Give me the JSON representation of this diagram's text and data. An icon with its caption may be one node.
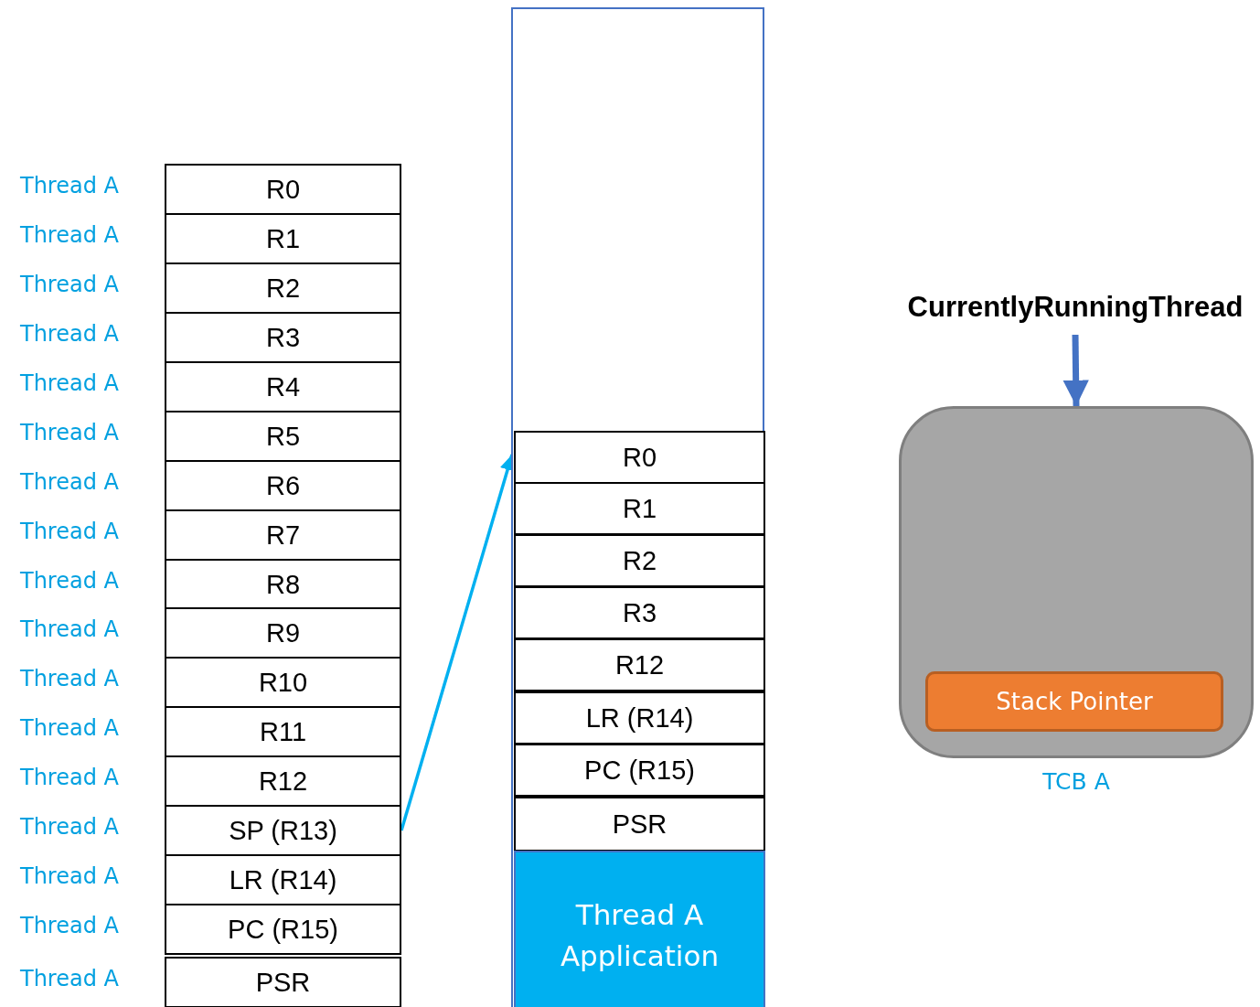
{
  "diagram": {
    "nodes": [
      {
        "text": [
          "R0"
        ],
        "beside": [
          "Thread A"
        ]
      },
      {
        "text": [
          "R1"
        ],
        "beside": [
          "Thread A"
        ]
      },
      {
        "text": [
          "R2"
        ],
        "beside": [
          "Thread A"
        ]
      },
      {
        "text": [
          "R3"
        ],
        "beside": [
          "Thread A"
        ]
      },
      {
        "text": [
          "R4"
        ],
        "beside": [
          "Thread A"
        ]
      },
      {
        "text": [
          "R5"
        ],
        "beside": [
          "Thread A"
        ]
      },
      {
        "text": [
          "R6"
        ],
        "beside": [
          "Thread A"
        ]
      },
      {
        "text": [
          "R7"
        ],
        "beside": [
          "Thread A"
        ]
      },
      {
        "text": [
          "R8"
        ],
        "beside": [
          "Thread A"
        ]
      },
      {
        "text": [
          "R9"
        ],
        "beside": [
          "Thread A"
        ]
      },
      {
        "text": [
          "R10"
        ],
        "beside": [
          "Thread A"
        ]
      },
      {
        "text": [
          "R11"
        ],
        "beside": [
          "Thread A"
        ]
      },
      {
        "text": [
          "R12"
        ],
        "beside": [
          "Thread A"
        ]
      },
      {
        "text": [
          "SP (R13)"
        ],
        "beside": [
          "Thread A"
        ]
      },
      {
        "text": [
          "LR (R14)"
        ],
        "beside": [
          "Thread A"
        ]
      },
      {
        "text": [
          "PC (R15)"
        ],
        "beside": [
          "Thread A"
        ]
      },
      {
        "text": [
          "PSR"
        ],
        "beside": [
          "Thread A"
        ]
      },
      {
        "text": [],
        "shape": "box"
      },
      {
        "text": [
          "R0"
        ],
        "in": 17
      },
      {
        "text": [
          "R1"
        ],
        "in": 17
      },
      {
        "text": [
          "R2"
        ],
        "in": 17
      },
      {
        "text": [
          "R3"
        ],
        "in": 17
      },
      {
        "text": [
          "R12"
        ],
        "in": 17
      },
      {
        "text": [
          "LR (R14)"
        ],
        "in": 17
      },
      {
        "text": [
          "PC (R15)"
        ],
        "in": 17
      },
      {
        "text": [
          "PSR"
        ],
        "in": 17
      },
      {
        "text": [
          "Thread A Application"
        ],
        "in": 17
      },
      {
        "text": [
          "CurrentlyRunningThread"
        ]
      },
      {
        "text": [
          "TCB A"
        ]
      },
      {
        "text": [
          "Stack Pointer"
        ],
        "in": 28
      }
    ],
    "edges": [
      {
        "from": 13,
        "to": 18,
        "arrow": "to",
        "color": "#00b0f0"
      },
      {
        "from": 27,
        "to": 28,
        "arrow": "to",
        "style": "thick",
        "color": "#4472c4"
      }
    ]
  }
}
